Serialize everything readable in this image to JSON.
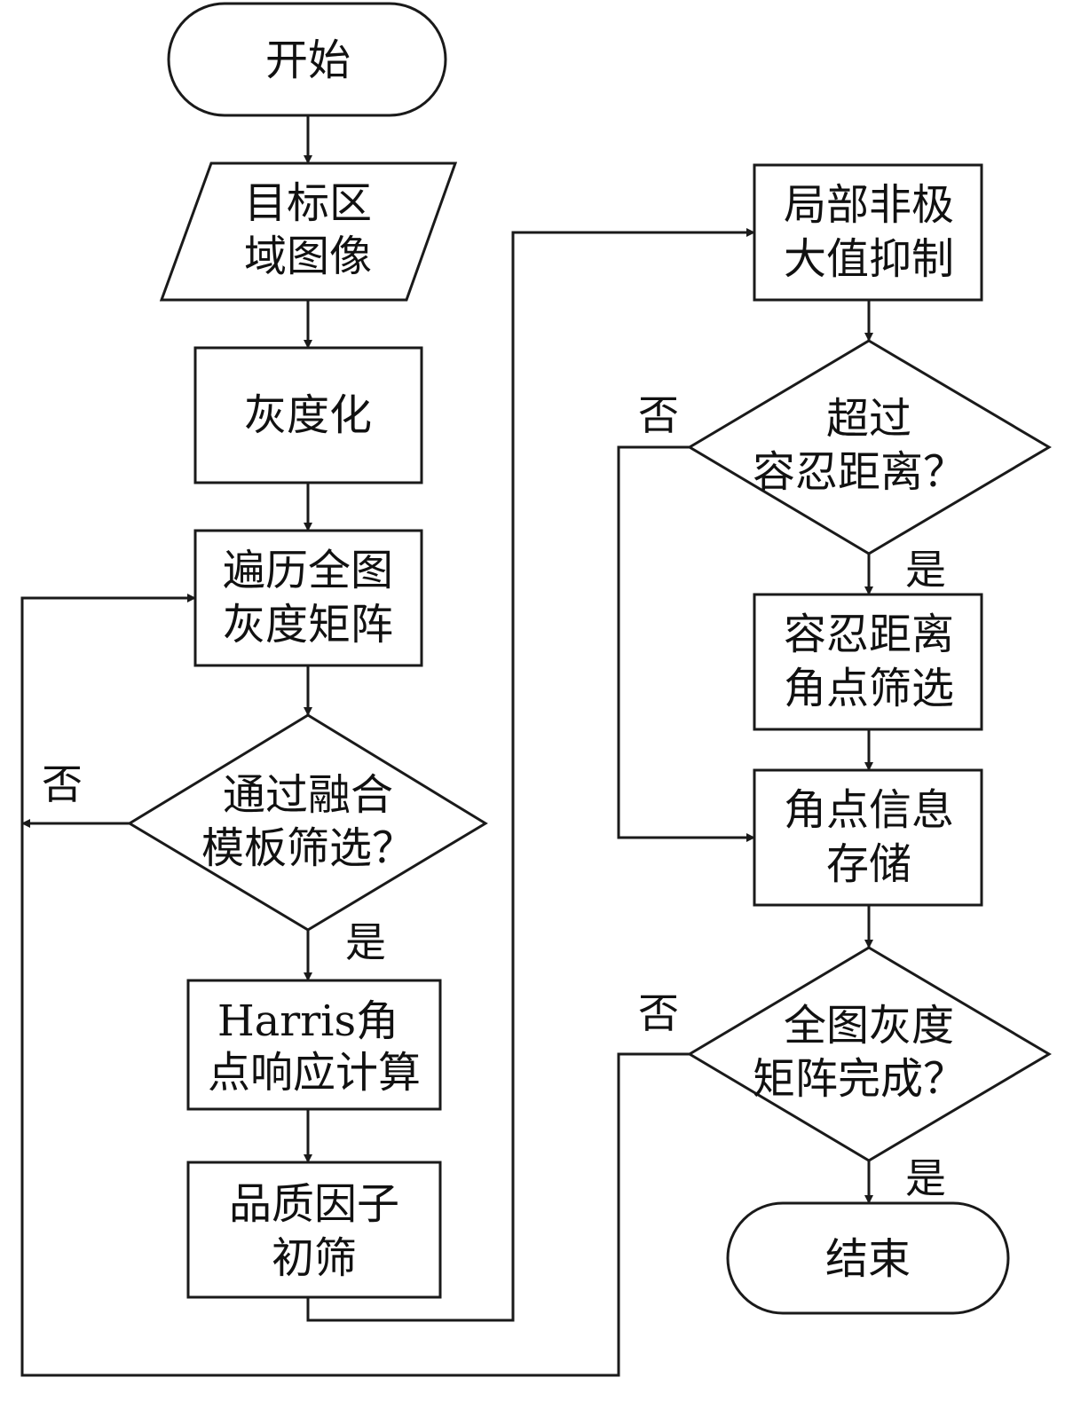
{
  "nodes": {
    "start": {
      "lines": [
        "开始"
      ]
    },
    "input": {
      "lines": [
        "目标区",
        "域图像"
      ]
    },
    "gray": {
      "lines": [
        "灰度化"
      ]
    },
    "traverse": {
      "lines": [
        "遍历全图",
        "灰度矩阵"
      ]
    },
    "fusion_check": {
      "lines": [
        "通过融合",
        "模板筛选？"
      ]
    },
    "harris": {
      "lines": [
        "Harris角",
        "点响应计算"
      ]
    },
    "quality": {
      "lines": [
        "品质因子",
        "初筛"
      ]
    },
    "nms": {
      "lines": [
        "局部非极",
        "大值抑制"
      ]
    },
    "tolerance_check": {
      "lines": [
        "超过",
        "容忍距离？"
      ]
    },
    "tolerance_filter": {
      "lines": [
        "容忍距离",
        "角点筛选"
      ]
    },
    "store": {
      "lines": [
        "角点信息",
        "存储"
      ]
    },
    "complete_check": {
      "lines": [
        "全图灰度",
        "矩阵完成？"
      ]
    },
    "end": {
      "lines": [
        "结束"
      ]
    }
  },
  "edge_labels": {
    "fusion_no": "否",
    "fusion_yes": "是",
    "tolerance_no": "否",
    "tolerance_yes": "是",
    "complete_no": "否",
    "complete_yes": "是"
  }
}
